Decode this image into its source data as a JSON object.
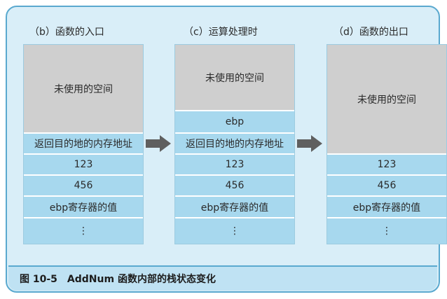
{
  "columns": [
    {
      "title": "（b）函数的入口",
      "cells": [
        {
          "text": "未使用的空间",
          "kind": "free"
        },
        {
          "text": "返回目的地的内存地址",
          "kind": "used"
        },
        {
          "text": "123",
          "kind": "used"
        },
        {
          "text": "456",
          "kind": "used"
        },
        {
          "text": "ebp寄存器的值",
          "kind": "used"
        },
        {
          "text": "⋮",
          "kind": "used"
        }
      ]
    },
    {
      "title": "（c）运算处理时",
      "cells": [
        {
          "text": "未使用的空间",
          "kind": "free"
        },
        {
          "text": "ebp",
          "kind": "used"
        },
        {
          "text": "返回目的地的内存地址",
          "kind": "used"
        },
        {
          "text": "123",
          "kind": "used"
        },
        {
          "text": "456",
          "kind": "used"
        },
        {
          "text": "ebp寄存器的值",
          "kind": "used"
        },
        {
          "text": "⋮",
          "kind": "used"
        }
      ]
    },
    {
      "title": "（d）函数的出口",
      "cells": [
        {
          "text": "未使用的空间",
          "kind": "free"
        },
        {
          "text": "123",
          "kind": "used"
        },
        {
          "text": "456",
          "kind": "used"
        },
        {
          "text": "ebp寄存器的值",
          "kind": "used"
        },
        {
          "text": "⋮",
          "kind": "used"
        }
      ]
    }
  ],
  "caption": {
    "label": "图 10-5",
    "text": "AddNum 函数内部的栈状态变化"
  },
  "colors": {
    "frame_border": "#5aa9cf",
    "frame_bg": "#d9eef8",
    "free_cell": "#cfcfcf",
    "used_cell": "#a7d8ee",
    "arrow": "#5f5f5f"
  }
}
